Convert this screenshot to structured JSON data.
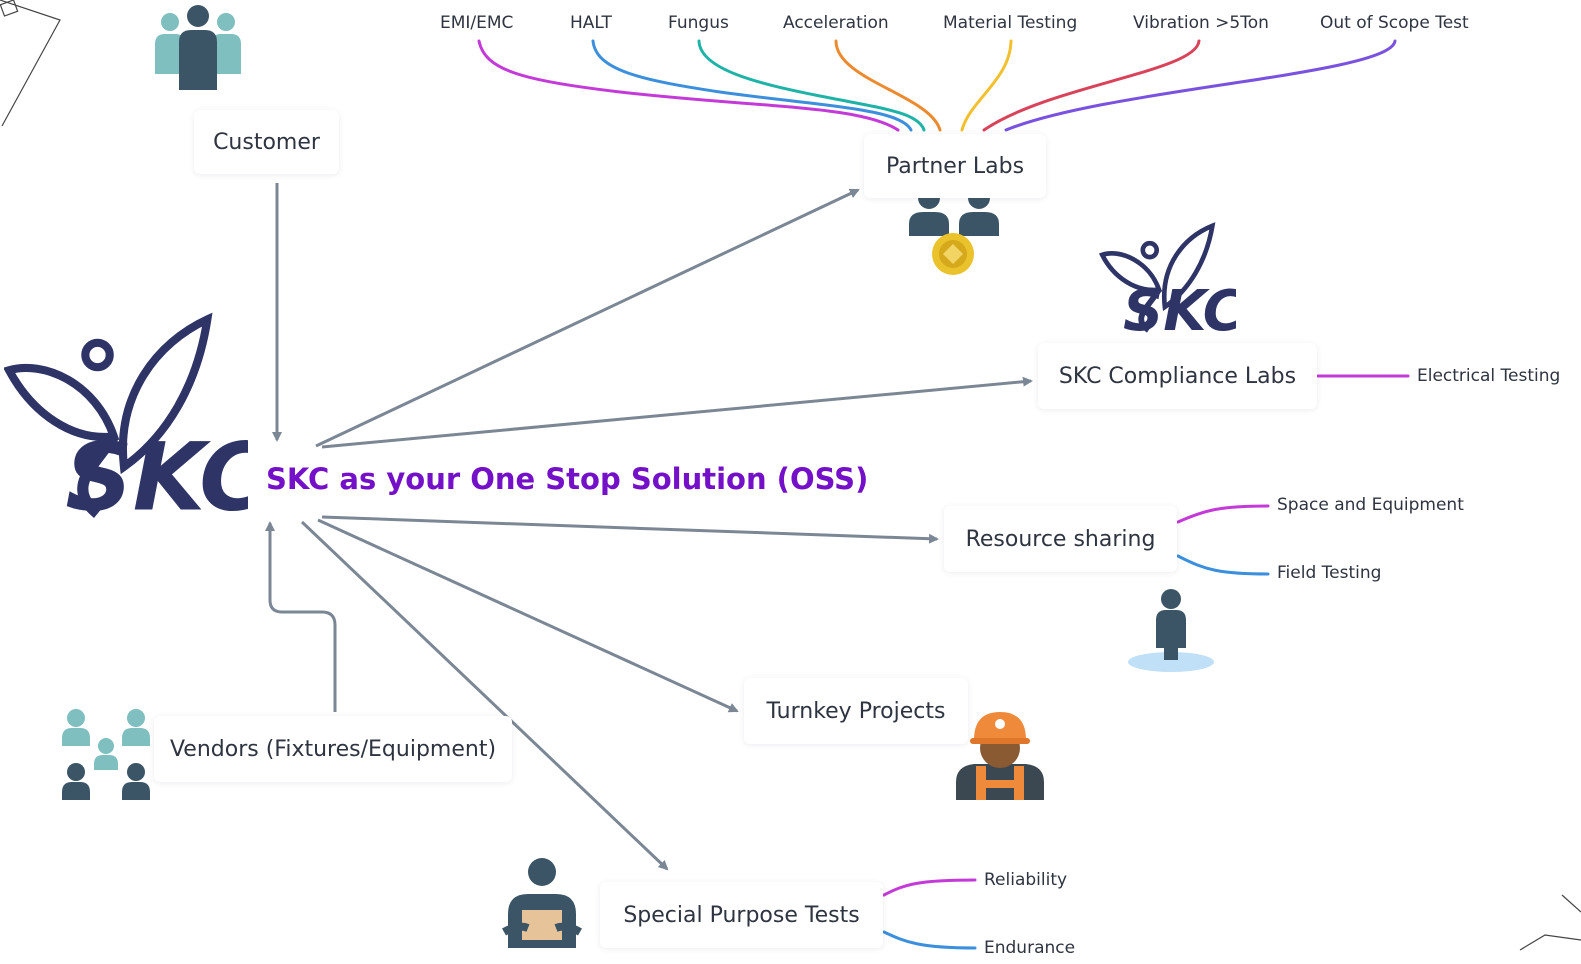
{
  "colors": {
    "central_title": "#7410c8",
    "arrow": "#7b8794",
    "icon_dark": "#3b5566",
    "icon_light": "#7fbfbf",
    "brand_navy": "#2e3466",
    "branch_purple": "#c33ad8",
    "branch_blue": "#3b8fdc",
    "branch_teal": "#1fb3a8",
    "branch_orange": "#ec8a2f",
    "branch_yellow": "#f2c02e",
    "branch_red": "#d9435a",
    "branch_violet": "#7a52e0"
  },
  "central": {
    "title": "SKC as your One Stop Solution (OSS)"
  },
  "nodes": {
    "customer": "Customer",
    "partner_labs": "Partner Labs",
    "compliance_labs": "SKC Compliance Labs",
    "resource_sharing": "Resource sharing",
    "turnkey_projects": "Turnkey Projects",
    "special_purpose_tests": "Special Purpose Tests",
    "vendors": "Vendors (Fixtures/Equipment)"
  },
  "partner_labs_branches": [
    "EMI/EMC",
    "HALT",
    "Fungus",
    "Acceleration",
    "Material Testing",
    "Vibration >5Ton",
    "Out of Scope Test"
  ],
  "compliance_labs_branches": [
    "Electrical Testing"
  ],
  "resource_sharing_branches": [
    "Space and Equipment",
    "Field Testing"
  ],
  "special_purpose_branches": [
    "Reliability",
    "Endurance"
  ],
  "icons": [
    "customer-group-icon",
    "partner-people-medal-icon",
    "skc-logo-icon",
    "person-standing-icon",
    "worker-hardhat-icon",
    "person-box-icon",
    "vendors-group-icon"
  ]
}
